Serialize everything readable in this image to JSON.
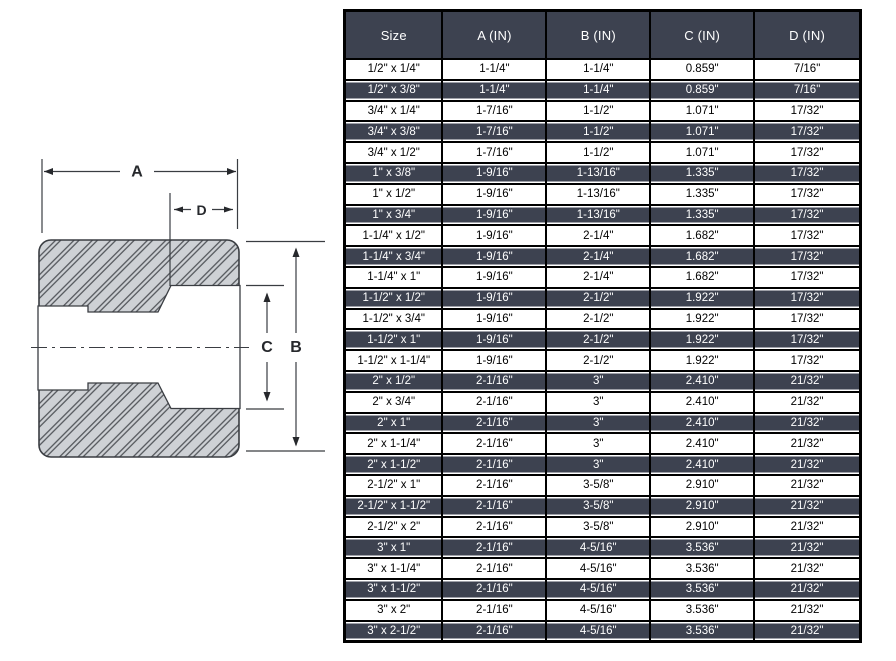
{
  "page": {
    "background": "#ffffff"
  },
  "diagram": {
    "description": "cross-section of a socket-weld reducing coupling with dimension callouts",
    "dim_labels": {
      "a": "A",
      "b": "B",
      "c": "C",
      "d": "D"
    },
    "colors": {
      "body_fill": "#ced1d5",
      "hatch_line": "#4b4e53",
      "outline": "#3a3d42",
      "dim_line": "#3a3d42",
      "label_text": "#26282c"
    }
  },
  "table": {
    "columns": [
      "Size",
      "A (IN)",
      "B (IN)",
      "C (IN)",
      "D (IN)"
    ],
    "header_bg": "#3d4250",
    "stripe_bg": "#3d4250",
    "border_color": "#000000",
    "rows": [
      {
        "size": "1/2\" x 1/4\"",
        "a": "1-1/4\"",
        "b": "1-1/4\"",
        "c": "0.859\"",
        "d": "7/16\""
      },
      {
        "size": "1/2\" x 3/8\"",
        "a": "1-1/4\"",
        "b": "1-1/4\"",
        "c": "0.859\"",
        "d": "7/16\""
      },
      {
        "size": "3/4\" x 1/4\"",
        "a": "1-7/16\"",
        "b": "1-1/2\"",
        "c": "1.071\"",
        "d": "17/32\""
      },
      {
        "size": "3/4\" x 3/8\"",
        "a": "1-7/16\"",
        "b": "1-1/2\"",
        "c": "1.071\"",
        "d": "17/32\""
      },
      {
        "size": "3/4\" x 1/2\"",
        "a": "1-7/16\"",
        "b": "1-1/2\"",
        "c": "1.071\"",
        "d": "17/32\""
      },
      {
        "size": "1\" x 3/8\"",
        "a": "1-9/16\"",
        "b": "1-13/16\"",
        "c": "1.335\"",
        "d": "17/32\""
      },
      {
        "size": "1\" x 1/2\"",
        "a": "1-9/16\"",
        "b": "1-13/16\"",
        "c": "1.335\"",
        "d": "17/32\""
      },
      {
        "size": "1\" x 3/4\"",
        "a": "1-9/16\"",
        "b": "1-13/16\"",
        "c": "1.335\"",
        "d": "17/32\""
      },
      {
        "size": "1-1/4\" x 1/2\"",
        "a": "1-9/16\"",
        "b": "2-1/4\"",
        "c": "1.682\"",
        "d": "17/32\""
      },
      {
        "size": "1-1/4\" x 3/4\"",
        "a": "1-9/16\"",
        "b": "2-1/4\"",
        "c": "1.682\"",
        "d": "17/32\""
      },
      {
        "size": "1-1/4\" x 1\"",
        "a": "1-9/16\"",
        "b": "2-1/4\"",
        "c": "1.682\"",
        "d": "17/32\""
      },
      {
        "size": "1-1/2\" x 1/2\"",
        "a": "1-9/16\"",
        "b": "2-1/2\"",
        "c": "1.922\"",
        "d": "17/32\""
      },
      {
        "size": "1-1/2\" x 3/4\"",
        "a": "1-9/16\"",
        "b": "2-1/2\"",
        "c": "1.922\"",
        "d": "17/32\""
      },
      {
        "size": "1-1/2\" x 1\"",
        "a": "1-9/16\"",
        "b": "2-1/2\"",
        "c": "1.922\"",
        "d": "17/32\""
      },
      {
        "size": "1-1/2\" x 1-1/4\"",
        "a": "1-9/16\"",
        "b": "2-1/2\"",
        "c": "1.922\"",
        "d": "17/32\""
      },
      {
        "size": "2\" x 1/2\"",
        "a": "2-1/16\"",
        "b": "3\"",
        "c": "2.410\"",
        "d": "21/32\""
      },
      {
        "size": "2\" x 3/4\"",
        "a": "2-1/16\"",
        "b": "3\"",
        "c": "2.410\"",
        "d": "21/32\""
      },
      {
        "size": "2\" x 1\"",
        "a": "2-1/16\"",
        "b": "3\"",
        "c": "2.410\"",
        "d": "21/32\""
      },
      {
        "size": "2\" x 1-1/4\"",
        "a": "2-1/16\"",
        "b": "3\"",
        "c": "2.410\"",
        "d": "21/32\""
      },
      {
        "size": "2\" x 1-1/2\"",
        "a": "2-1/16\"",
        "b": "3\"",
        "c": "2.410\"",
        "d": "21/32\""
      },
      {
        "size": "2-1/2\" x 1\"",
        "a": "2-1/16\"",
        "b": "3-5/8\"",
        "c": "2.910\"",
        "d": "21/32\""
      },
      {
        "size": "2-1/2\" x 1-1/2\"",
        "a": "2-1/16\"",
        "b": "3-5/8\"",
        "c": "2.910\"",
        "d": "21/32\""
      },
      {
        "size": "2-1/2\" x 2\"",
        "a": "2-1/16\"",
        "b": "3-5/8\"",
        "c": "2.910\"",
        "d": "21/32\""
      },
      {
        "size": "3\" x 1\"",
        "a": "2-1/16\"",
        "b": "4-5/16\"",
        "c": "3.536\"",
        "d": "21/32\""
      },
      {
        "size": "3\" x 1-1/4\"",
        "a": "2-1/16\"",
        "b": "4-5/16\"",
        "c": "3.536\"",
        "d": "21/32\""
      },
      {
        "size": "3\" x 1-1/2\"",
        "a": "2-1/16\"",
        "b": "4-5/16\"",
        "c": "3.536\"",
        "d": "21/32\""
      },
      {
        "size": "3\" x 2\"",
        "a": "2-1/16\"",
        "b": "4-5/16\"",
        "c": "3.536\"",
        "d": "21/32\""
      },
      {
        "size": "3\" x 2-1/2\"",
        "a": "2-1/16\"",
        "b": "4-5/16\"",
        "c": "3.536\"",
        "d": "21/32\""
      }
    ]
  }
}
